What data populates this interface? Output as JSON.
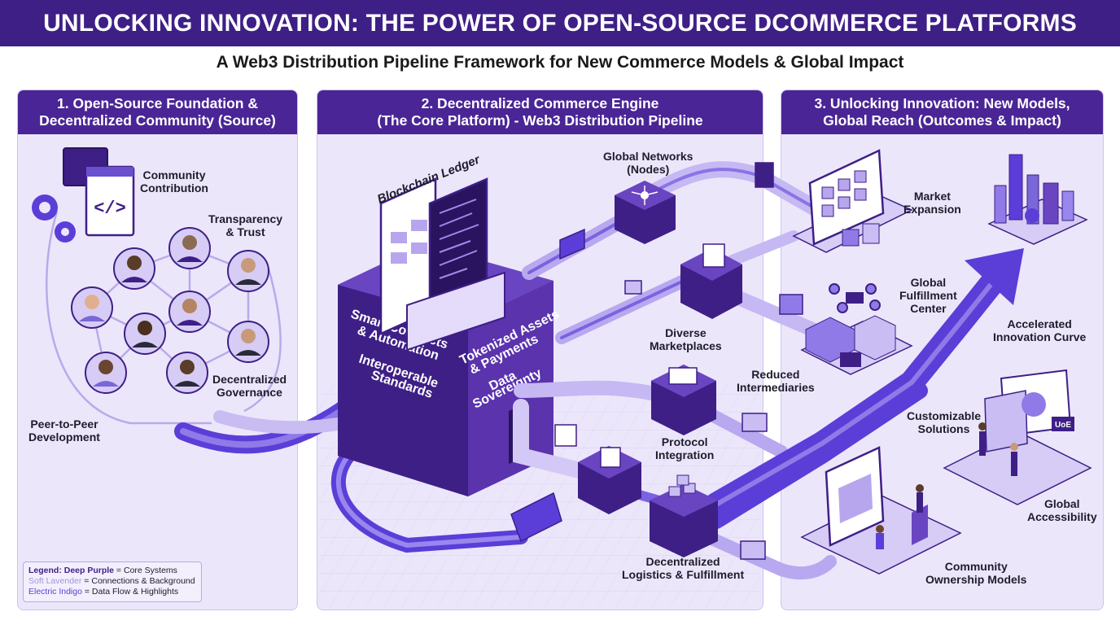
{
  "header": {
    "title": "UNLOCKING INNOVATION: THE POWER OF OPEN-SOURCE DCOMMERCE PLATFORMS",
    "subtitle": "A Web3 Distribution Pipeline Framework for New Commerce Models & Global Impact"
  },
  "panels": [
    {
      "title_line1": "1. Open-Source Foundation &",
      "title_line2": "Decentralized Community (Source)"
    },
    {
      "title_line1": "2. Decentralized Commerce Engine",
      "title_line2": "(The Core Platform) - Web3 Distribution Pipeline"
    },
    {
      "title_line1": "3. Unlocking Innovation: New Models,",
      "title_line2": "Global Reach (Outcomes & Impact)"
    }
  ],
  "source_labels": {
    "community_1": "Community",
    "community_2": "Contribution",
    "transparency_1": "Transparency",
    "transparency_2": "& Trust",
    "governance_1": "Decentralized",
    "governance_2": "Governance",
    "p2p_1": "Peer-to-Peer",
    "p2p_2": "Development",
    "code_glyph": "</>"
  },
  "core": {
    "ledger": "Blockchain Ledger",
    "smart_1": "Smart Contracts",
    "smart_2": "& Automation",
    "interop_1": "Interoperable",
    "interop_2": "Standards",
    "token_1": "Tokenized Assets",
    "token_2": "& Payments",
    "data_1": "Data",
    "data_2": "Sovereignty"
  },
  "pipeline_labels": {
    "global_networks_1": "Global Networks",
    "global_networks_2": "(Nodes)",
    "diverse_1": "Diverse",
    "diverse_2": "Marketplaces",
    "reduced_1": "Reduced",
    "reduced_2": "Intermediaries",
    "protocol_1": "Protocol",
    "protocol_2": "Integration",
    "logistics_1": "Decentralized",
    "logistics_2": "Logistics & Fulfillment"
  },
  "outcome_labels": {
    "market_1": "Market",
    "market_2": "Expansion",
    "fulfill_1": "Global",
    "fulfill_2": "Fulfillment",
    "fulfill_3": "Center",
    "accel_1": "Accelerated",
    "accel_2": "Innovation Curve",
    "custom_1": "Customizable",
    "custom_2": "Solutions",
    "access_1": "Global",
    "access_2": "Accessibility",
    "community_own_1": "Community",
    "community_own_2": "Ownership Models",
    "badge": "UoE"
  },
  "legend": {
    "deep_name": "Legend: Deep Purple",
    "deep_desc": " = Core Systems",
    "soft_name": "Soft Lavender",
    "soft_desc": " = Connections & Background",
    "indigo_name": "Electric Indigo",
    "indigo_desc": " = Data Flow & Highlights"
  },
  "colors": {
    "deep_purple": "#3e1f86",
    "soft_lavender": "#ece6fb",
    "electric_indigo": "#5b3ed8"
  },
  "icons": [
    "code-icon",
    "gear-icon",
    "person-avatar-icon",
    "cube-node-icon",
    "drone-icon",
    "truck-icon",
    "warehouse-icon",
    "city-icon",
    "storefront-icon",
    "arrow-up-icon"
  ]
}
